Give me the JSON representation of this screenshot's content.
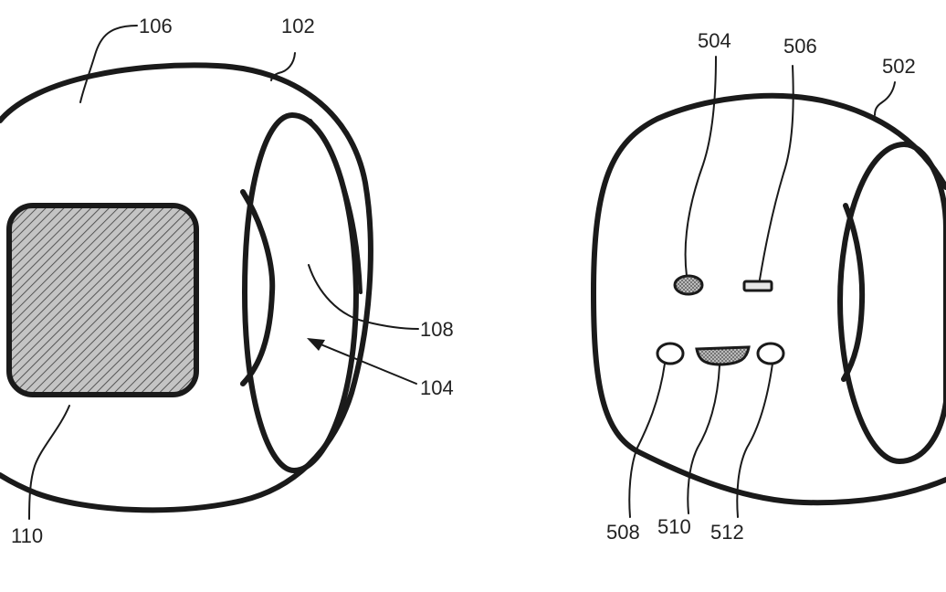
{
  "figure_left": {
    "labels": {
      "l106": "106",
      "l102": "102",
      "l108": "108",
      "l104": "104",
      "l110": "110"
    }
  },
  "figure_right": {
    "labels": {
      "l504": "504",
      "l506": "506",
      "l502": "502",
      "l508": "508",
      "l510": "510",
      "l512": "512"
    }
  },
  "colors": {
    "line": "#1a1a1a",
    "hatch_fill": "#bdbdbd",
    "hatch_line": "#555555",
    "background": "#ffffff"
  }
}
